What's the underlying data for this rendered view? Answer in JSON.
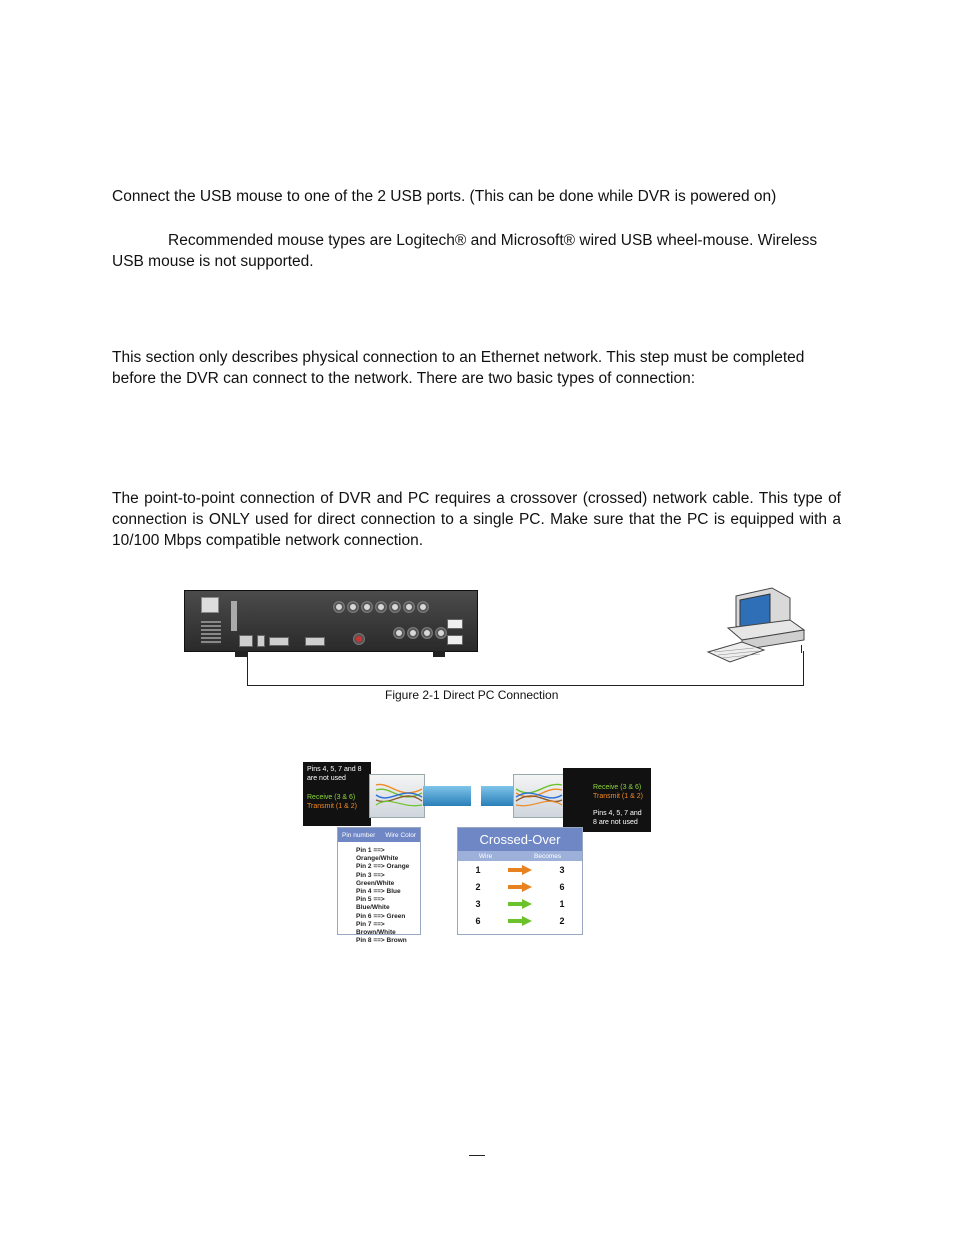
{
  "paragraphs": {
    "usb_connect": "Connect the USB mouse to one of the 2 USB ports. (This can be done while DVR is powered on)",
    "mouse_note_line1": "Recommended mouse types are Logitech® and Microsoft® wired USB wheel-mouse. Wireless",
    "mouse_note_line2": "USB mouse is not supported.",
    "ethernet_intro": "This section only describes physical connection to an Ethernet network. This step must be completed before the DVR can connect to the network. There are two basic types of connection:",
    "point_to_point": "The point-to-point connection of DVR and PC requires a crossover (crossed) network cable. This type of connection is ONLY used for direct connection to a single PC. Make sure that the PC is equipped with a 10/100 Mbps compatible network connection."
  },
  "figure": {
    "caption": "Figure 2-1 Direct PC Connection"
  },
  "crossover": {
    "left_box": {
      "unused": "Pins 4, 5, 7 and 8 are not used",
      "receive": "Receive (3 & 6)",
      "transmit": "Transmit (1 & 2)"
    },
    "right_box": {
      "receive": "Receive (3 & 6)",
      "transmit": "Transmit (1 & 2)",
      "unused": "Pins 4, 5, 7 and 8 are not used"
    },
    "pin_table": {
      "header_pin": "Pin number",
      "header_color": "Wire Color",
      "rows": [
        "Pin 1 ==> Orange/White",
        "Pin 2 ==> Orange",
        "Pin 3 ==> Green/White",
        "Pin 4 ==> Blue",
        "Pin 5 ==> Blue/White",
        "Pin 6 ==> Green",
        "Pin 7 ==> Brown/White",
        "Pin 8 ==> Brown"
      ]
    },
    "crossed_table": {
      "title": "Crossed-Over",
      "col_wire": "Wire",
      "col_becomes": "Becomes",
      "rows": [
        {
          "wire": "1",
          "becomes": "3",
          "arrow_color": "#e8821e"
        },
        {
          "wire": "2",
          "becomes": "6",
          "arrow_color": "#e8821e"
        },
        {
          "wire": "3",
          "becomes": "1",
          "arrow_color": "#6cc22a"
        },
        {
          "wire": "6",
          "becomes": "2",
          "arrow_color": "#6cc22a"
        }
      ]
    }
  },
  "colors": {
    "table_header": "#6f87c4",
    "orange": "#f08a24",
    "green": "#8dd63b"
  }
}
